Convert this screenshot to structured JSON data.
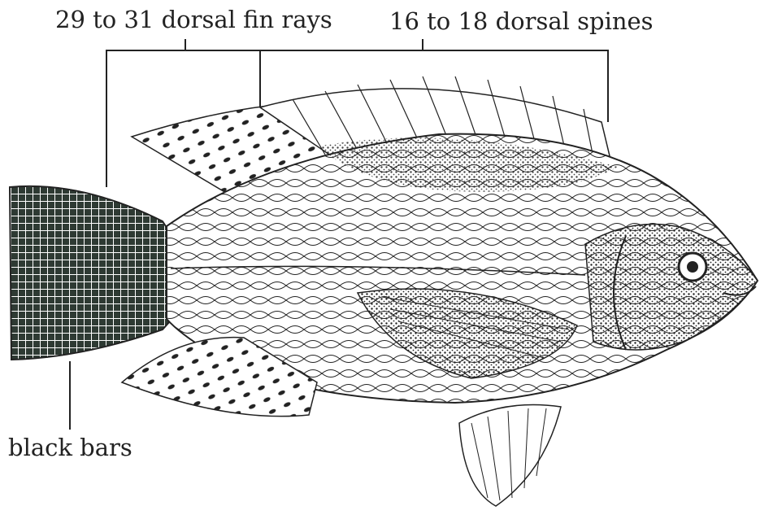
{
  "labels": {
    "dorsal_fin_rays": "29 to 31 dorsal fin rays",
    "dorsal_spines": "16 to 18 dorsal spines",
    "black_bars": "black bars"
  },
  "colors": {
    "ink": "#222222",
    "dark_fill": "#2e3a33",
    "background": "#ffffff"
  }
}
